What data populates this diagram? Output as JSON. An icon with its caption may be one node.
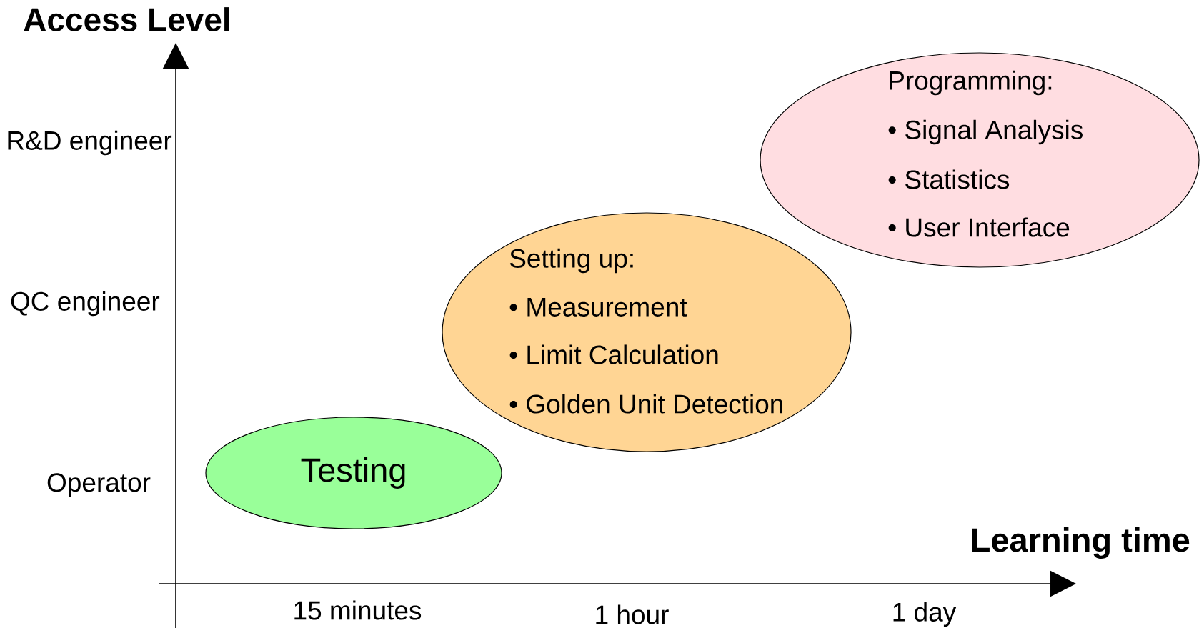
{
  "diagram": {
    "nodes": [
      {
        "text": [
          "Testing"
        ]
      },
      {
        "text": [
          "Setting up:",
          "• Measurement",
          "• Limit Calculation",
          "• Golden Unit Detection"
        ]
      },
      {
        "text": [
          "Programming:",
          "• Signal Analysis",
          "• Statistics",
          "• User Interface"
        ]
      }
    ],
    "labels": [
      "Access Level",
      "R&D engineer",
      "QC engineer",
      "Operator",
      "Learning time",
      "15 minutes",
      "1 hour",
      "1 day"
    ]
  }
}
